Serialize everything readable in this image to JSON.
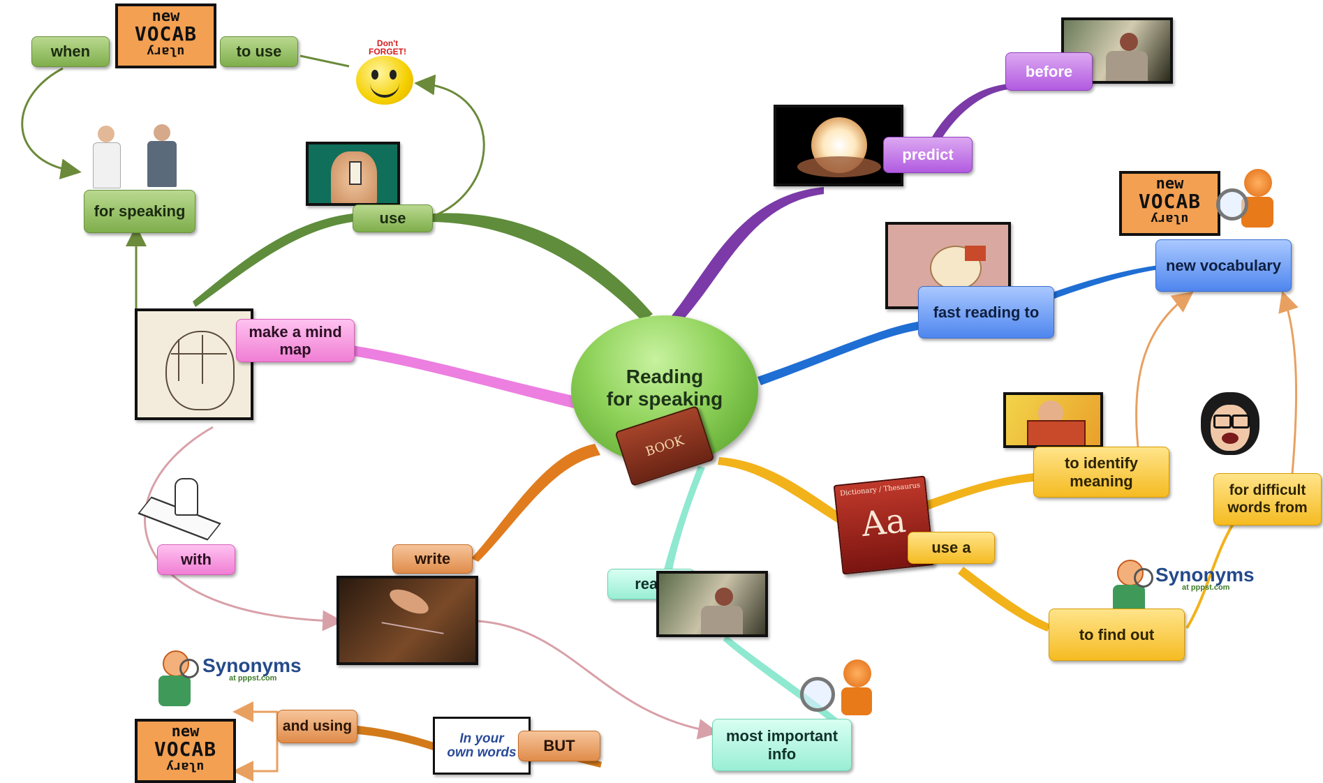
{
  "center": {
    "line1": "Reading",
    "line2": "for speaking"
  },
  "labels": {
    "when": "when",
    "to_use": "to use",
    "for_speaking": "for speaking",
    "use": "use",
    "make_mind_map": "make a mind map",
    "with": "with",
    "write": "write",
    "read": "read",
    "and_using": "and using",
    "but": "BUT",
    "most_important_info": "most important info",
    "predict": "predict",
    "before": "before",
    "fast_reading_to": "fast reading to",
    "new_vocabulary": "new vocabulary",
    "to_identify_meaning": "to identify meaning",
    "for_difficult_words_from": "for difficult words from",
    "use_a": "use a",
    "to_find_out": "to find out"
  },
  "images": {
    "new_vocab": {
      "line1": "new",
      "line2": "VOCAB",
      "line3": "ulary"
    },
    "dont_forget": "Don't FORGET!",
    "synonyms": "Synonyms",
    "synonyms_sub": "at pppst.com",
    "own_words": "In your own words",
    "book": "BOOK",
    "dictionary_title": "Dictionary / Thesaurus",
    "dictionary_letters": "Aa"
  },
  "colors": {
    "green": "#7fae4c",
    "purple": "#b25be0",
    "blue": "#1f6ed4",
    "yellow": "#f5bb22",
    "pink": "#f07ed4",
    "mint": "#9aeed4",
    "orange": "#e08c4a"
  }
}
